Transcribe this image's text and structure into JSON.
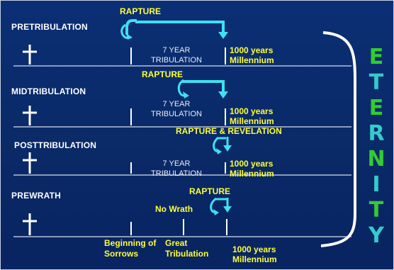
{
  "rows": [
    {
      "title": "PRETRIBULATION",
      "rapture": "RAPTURE",
      "tribulation": [
        "7 YEAR",
        "TRIBULATION"
      ],
      "millennium": [
        "1000 years",
        "Millennium"
      ]
    },
    {
      "title": "MIDTRIBULATION",
      "rapture": "RAPTURE",
      "tribulation": [
        "7 YEAR",
        "TRIBULATION"
      ],
      "millennium": [
        "1000 years",
        "Millennium"
      ]
    },
    {
      "title": "POSTTRIBULATION",
      "rapture": "RAPTURE & REVELATION",
      "tribulation": [
        "7 YEAR",
        "TRIBULATION"
      ],
      "millennium": [
        "1000 years",
        "Millennium"
      ]
    },
    {
      "title": "PREWRATH",
      "rapture": "RAPTURE",
      "no_wrath": "No Wrath",
      "beginning": [
        "Beginning of",
        "Sorrows"
      ],
      "great": [
        "Great",
        "Tribulation"
      ],
      "millennium": [
        "1000 years",
        "Millennium"
      ]
    }
  ],
  "eternity": [
    "E",
    "T",
    "E",
    "R",
    "N",
    "I",
    "T",
    "Y"
  ],
  "colors": {
    "background": "#0a2a6a",
    "arrow": "#40e0f0",
    "label_yellow": "#ffff33",
    "eternity_green": "#33cc33",
    "eternity_cyan": "#33cccc"
  }
}
